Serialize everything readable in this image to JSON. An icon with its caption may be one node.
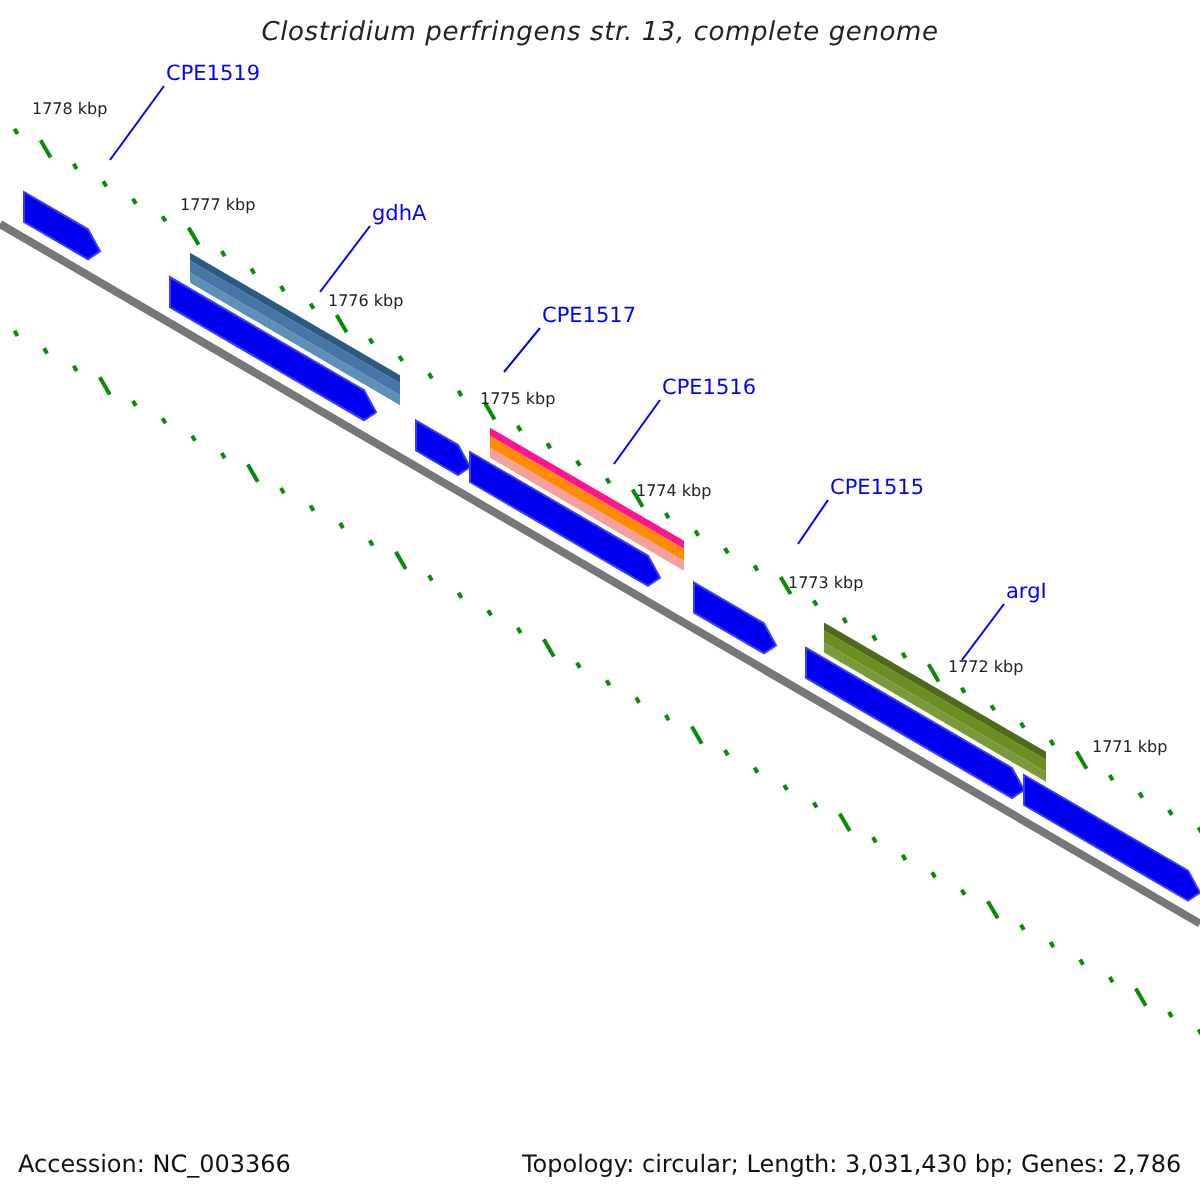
{
  "diagram": {
    "title": "Clostridium perfringens str. 13, complete genome",
    "nodes": [
      {
        "text": [
          "CPE1519"
        ]
      },
      {
        "text": [
          "gdhA"
        ]
      },
      {
        "text": [
          "CPE1517"
        ]
      },
      {
        "text": [
          "CPE1516"
        ]
      },
      {
        "text": [
          "CPE1515"
        ]
      },
      {
        "text": [
          "argI"
        ]
      }
    ],
    "edges": [
      {
        "from": 0,
        "to": null,
        "arrow": "none"
      },
      {
        "from": 1,
        "to": null,
        "arrow": "none"
      },
      {
        "from": 2,
        "to": null,
        "arrow": "none"
      },
      {
        "from": 3,
        "to": null,
        "arrow": "none"
      },
      {
        "from": 4,
        "to": null,
        "arrow": "none"
      },
      {
        "from": 5,
        "to": null,
        "arrow": "none"
      }
    ],
    "labels": [
      "1778 kbp",
      "1777 kbp",
      "1776 kbp",
      "1775 kbp",
      "1774 kbp",
      "1773 kbp",
      "1772 kbp",
      "1771 kbp",
      "Accession: NC_003366",
      "Topology: circular; Length: 3,031,430 bp; Genes: 2,786"
    ]
  }
}
